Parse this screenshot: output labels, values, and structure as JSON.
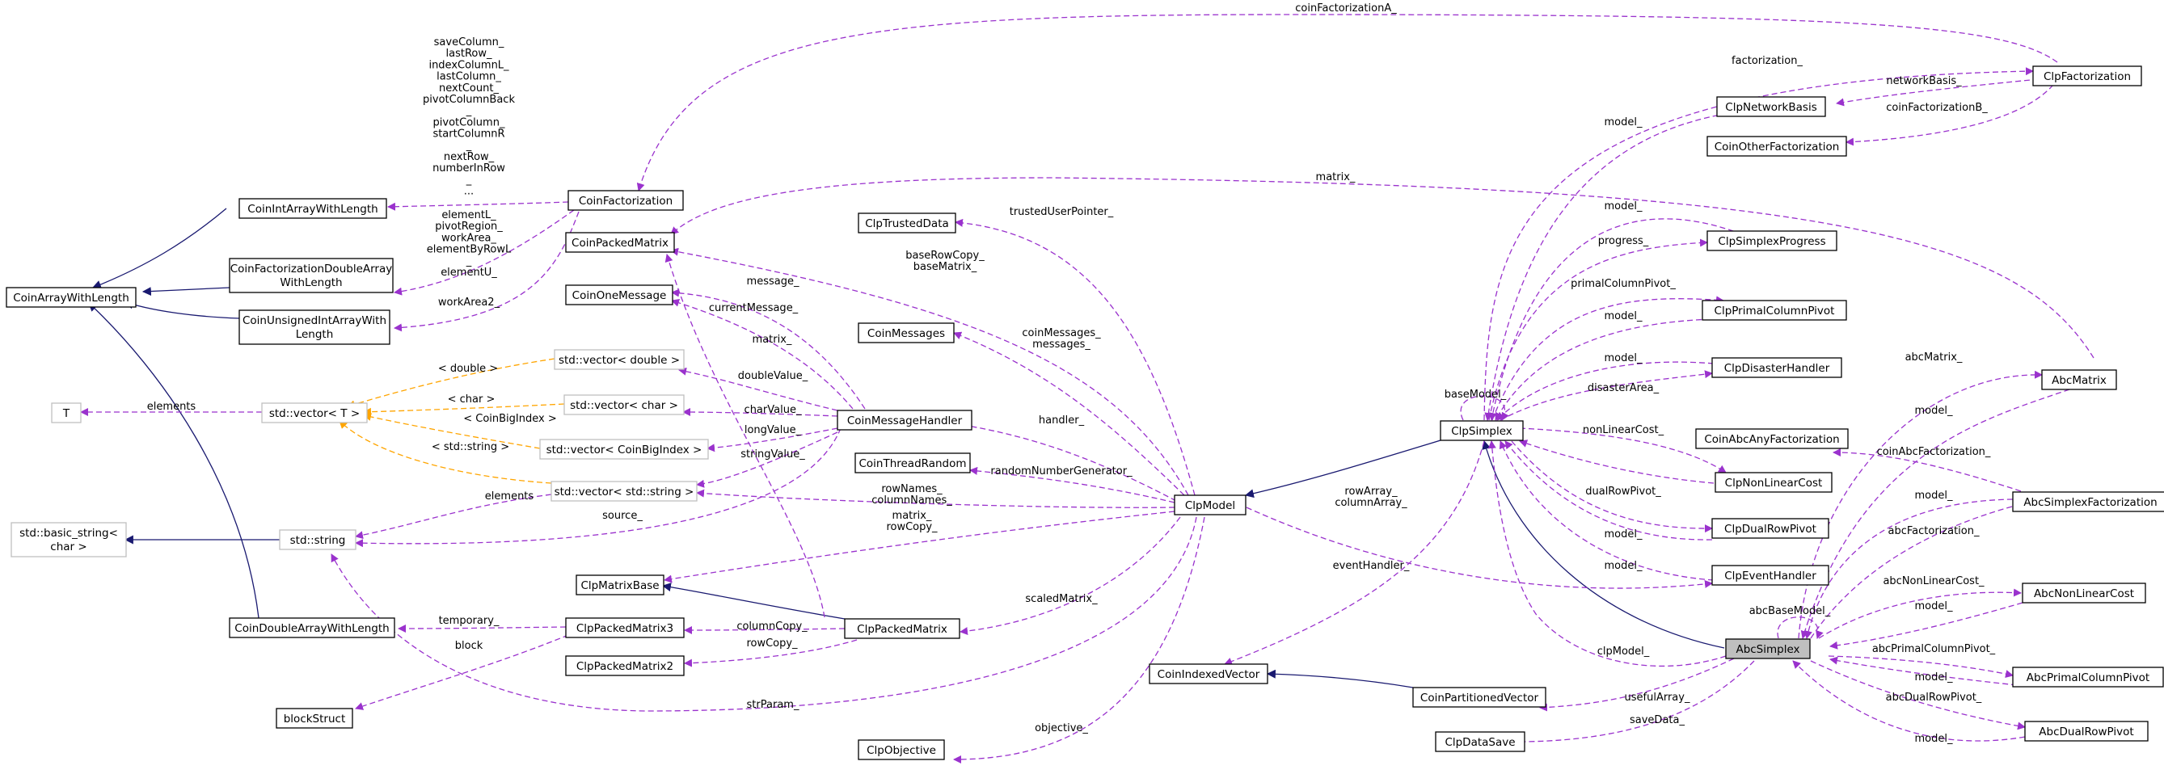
{
  "colors": {
    "uses": "#9a32cd",
    "inherit": "#191970",
    "template": "#ffa500",
    "focus": "#bfbfbf"
  },
  "nodes": {
    "coinArrayWithLength": "CoinArrayWithLength",
    "coinIntArrayWithLength": "CoinIntArrayWithLength",
    "coinFactorizationDoubleArrayWithLength": [
      "CoinFactorizationDoubleArray",
      "WithLength"
    ],
    "coinUnsignedIntArrayWithLength": [
      "CoinUnsignedIntArrayWith",
      "Length"
    ],
    "coinDoubleArrayWithLength": "CoinDoubleArrayWithLength",
    "T": "T",
    "stdVectorT": "std::vector< T >",
    "stdVectorDouble": "std::vector< double >",
    "stdVectorChar": "std::vector< char >",
    "stdVectorCoinBigIndex": "std::vector< CoinBigIndex >",
    "stdVectorString": "std::vector< std::string >",
    "stdString": "std::string",
    "stdBasicString": [
      "std::basic_string<",
      "char >"
    ],
    "blockStruct": "blockStruct",
    "coinFactorization": "CoinFactorization",
    "coinPackedMatrix": "CoinPackedMatrix",
    "coinOneMessage": "CoinOneMessage",
    "clpTrustedData": "ClpTrustedData",
    "coinMessages": "CoinMessages",
    "coinMessageHandler": "CoinMessageHandler",
    "coinThreadRandom": "CoinThreadRandom",
    "clpMatrixBase": "ClpMatrixBase",
    "clpPackedMatrix3": "ClpPackedMatrix3",
    "clpPackedMatrix2": "ClpPackedMatrix2",
    "clpPackedMatrix": "ClpPackedMatrix",
    "clpObjective": "ClpObjective",
    "clpModel": "ClpModel",
    "coinIndexedVector": "CoinIndexedVector",
    "coinPartitionedVector": "CoinPartitionedVector",
    "clpDataSave": "ClpDataSave",
    "clpSimplex": "ClpSimplex",
    "clpNetworkBasis": "ClpNetworkBasis",
    "coinOtherFactorization": "CoinOtherFactorization",
    "clpFactorization": "ClpFactorization",
    "clpSimplexProgress": "ClpSimplexProgress",
    "clpPrimalColumnPivot": "ClpPrimalColumnPivot",
    "clpDisasterHandler": "ClpDisasterHandler",
    "clpNonLinearCost": "ClpNonLinearCost",
    "clpDualRowPivot": "ClpDualRowPivot",
    "clpEventHandler": "ClpEventHandler",
    "coinAbcAnyFactorization": "CoinAbcAnyFactorization",
    "abcMatrix": "AbcMatrix",
    "abcSimplexFactorization": "AbcSimplexFactorization",
    "abcNonLinearCost": "AbcNonLinearCost",
    "abcSimplex": "AbcSimplex",
    "abcPrimalColumnPivot": "AbcPrimalColumnPivot",
    "abcDualRowPivot": "AbcDualRowPivot"
  },
  "edge_labels": {
    "factMembers": [
      "saveColumn_",
      "lastRow_",
      "indexColumnL_",
      "lastColumn_",
      "nextCount_",
      "pivotColumnBack",
      "_",
      "pivotColumn_",
      "startColumnR",
      "_",
      "nextRow_",
      "numberInRow",
      "_",
      "..."
    ],
    "factDouble": [
      "elementL_",
      "pivotRegion_",
      "workArea_",
      "elementByRowL",
      "_",
      "elementU_"
    ],
    "workArea2": "workArea2_",
    "coinFactorizationA": "coinFactorizationA_",
    "factorization": "factorization_",
    "networkBasis": "networkBasis_",
    "coinFactorizationB": "coinFactorizationB_",
    "matrixTop": "matrix_",
    "trustedUserPointer": "trustedUserPointer_",
    "baseRowCopy": [
      "baseRowCopy_",
      "baseMatrix_"
    ],
    "message": "message_",
    "currentMessage": "currentMessage_",
    "matrixCmh": "matrix_",
    "coinMessages": [
      "coinMessages_",
      "messages_"
    ],
    "double": "< double >",
    "char": "< char >",
    "coinBigIndex": "< CoinBigIndex >",
    "stdString": "< std::string >",
    "elementsT": "elements",
    "doubleValue": "doubleValue_",
    "charValue": "charValue_",
    "longValue": "longValue_",
    "stringValue": "stringValue_",
    "handler": "handler_",
    "randomNumberGenerator": "randomNumberGenerator_",
    "rowNames": [
      "rowNames_",
      "columnNames_"
    ],
    "elementsString": "elements",
    "source": "source_",
    "matrixRowCopy": [
      "matrix_",
      "rowCopy_"
    ],
    "temporary": "temporary_",
    "block": "block",
    "columnCopy": "columnCopy_",
    "rowCopy": "rowCopy_",
    "scaledMatrix": "scaledMatrix_",
    "strParam": "strParam_",
    "objective": "objective_",
    "modelNetwork": "model_",
    "modelProgress": "model_",
    "progress": "progress_",
    "primalColumnPivot": "primalColumnPivot_",
    "modelPrimal": "model_",
    "modelDisaster": "model_",
    "disasterArea": "disasterArea_",
    "baseModel": "baseModel_",
    "nonLinearCost": "nonLinearCost_",
    "dualRowPivot": "dualRowPivot_",
    "modelDual": "model_",
    "modelEvent": "model_",
    "rowArray": [
      "rowArray_",
      "columnArray_"
    ],
    "eventHandler": "eventHandler_",
    "abcMatrix": "abcMatrix_",
    "modelAbcMatrix": "model_",
    "coinAbcFactorization": "coinAbcFactorization_",
    "modelAbcFact": "model_",
    "abcFactorization": "abcFactorization_",
    "abcNonLinearCost": "abcNonLinearCost_",
    "modelAbcNlc": "model_",
    "abcBaseModel": "abcBaseModel_",
    "clpModel": "clpModel_",
    "abcPrimalColumnPivot": "abcPrimalColumnPivot_",
    "modelAbcPrimal": "model_",
    "usefulArray": "usefulArray_",
    "abcDualRowPivot": "abcDualRowPivot_",
    "saveData": "saveData_",
    "modelAbcDual": "model_"
  }
}
